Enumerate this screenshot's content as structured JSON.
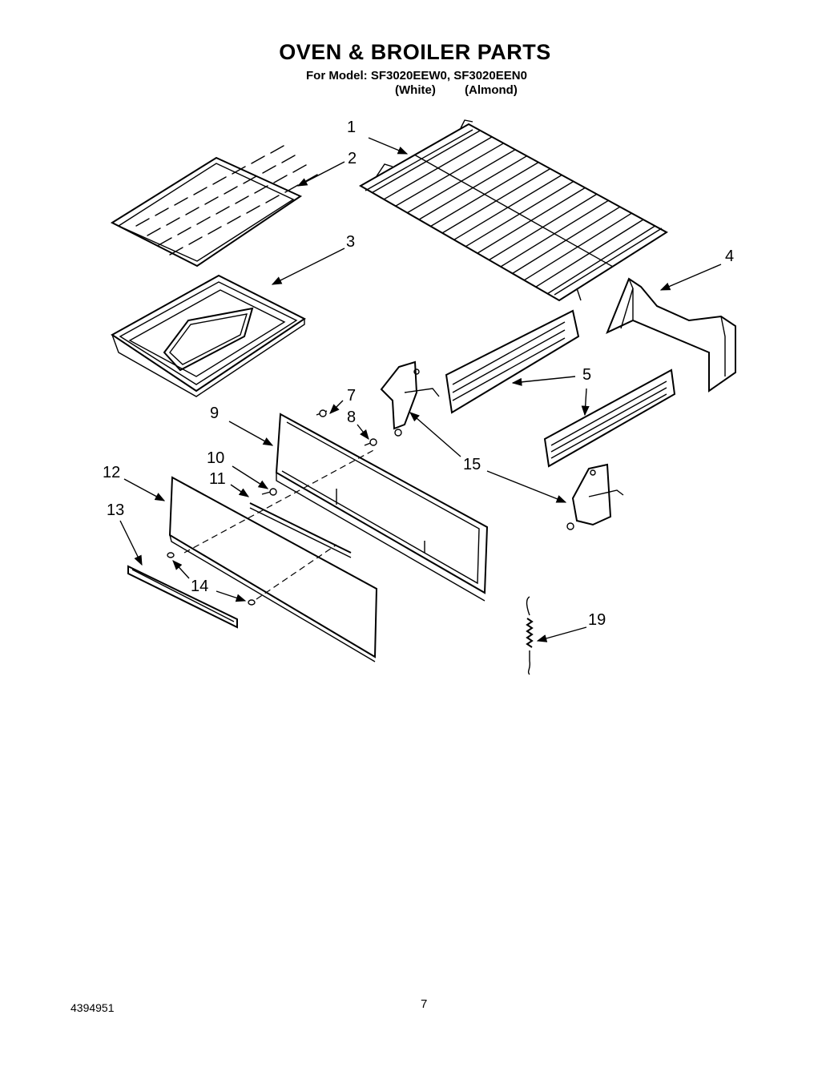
{
  "header": {
    "title": "OVEN & BROILER PARTS",
    "model_line": "For Model: SF3020EEW0, SF3020EEN0",
    "color_white": "(White)",
    "color_almond": "(Almond)"
  },
  "callouts": {
    "c1": "1",
    "c2": "2",
    "c3": "3",
    "c4": "4",
    "c5a": "5",
    "c5b": "5",
    "c7": "7",
    "c8": "8",
    "c9": "9",
    "c10": "10",
    "c11": "11",
    "c12": "12",
    "c13": "13",
    "c14": "14",
    "c15": "15",
    "c19": "19"
  },
  "footer": {
    "doc_number": "4394951",
    "page_number": "7"
  }
}
